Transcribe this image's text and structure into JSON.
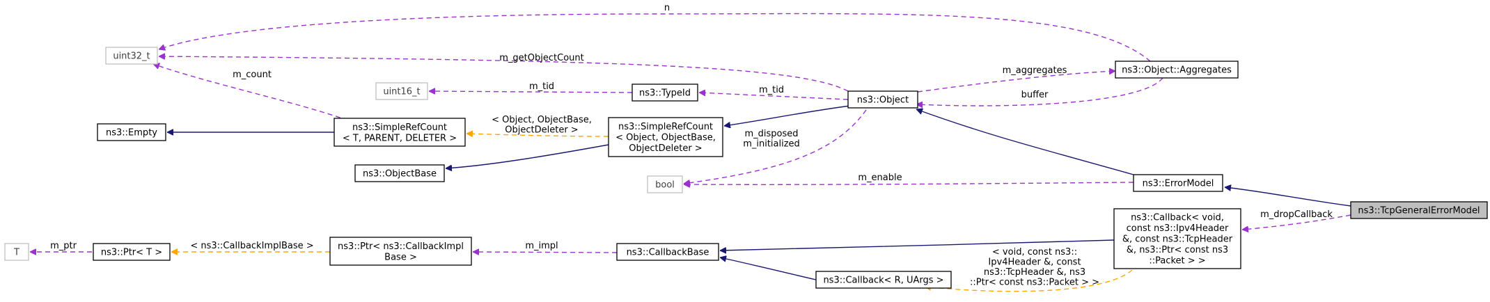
{
  "colors": {
    "inheritance": "#191970",
    "usage": "#9a32cd",
    "template": "#ffa500",
    "focus_fill": "#bfbfbf",
    "external_border": "#bfbfbf"
  },
  "nodes": {
    "tcp_general_error_model": [
      "ns3::TcpGeneralErrorModel"
    ],
    "error_model": [
      "ns3::ErrorModel"
    ],
    "object": [
      "ns3::Object"
    ],
    "aggregates": [
      "ns3::Object::Aggregates"
    ],
    "uint32_t": [
      "uint32_t"
    ],
    "uint16_t": [
      "uint16_t"
    ],
    "type_id": [
      "ns3::TypeId"
    ],
    "empty": [
      "ns3::Empty"
    ],
    "simple_ref_count_t": [
      "ns3::SimpleRefCount",
      "< T, PARENT, DELETER >"
    ],
    "simple_ref_count_obj": [
      "ns3::SimpleRefCount",
      "< Object, ObjectBase,",
      "ObjectDeleter >"
    ],
    "object_base": [
      "ns3::ObjectBase"
    ],
    "bool": [
      "bool"
    ],
    "callback_specialized": [
      "ns3::Callback< void,",
      "const ns3::Ipv4Header",
      "&, const ns3::TcpHeader",
      "&, ns3::Ptr< const ns3",
      "::Packet > >"
    ],
    "callback_base": [
      "ns3::CallbackBase"
    ],
    "callback_generic": [
      "ns3::Callback< R, UArgs >"
    ],
    "ptr_callback_impl": [
      "ns3::Ptr< ns3::CallbackImpl",
      "Base >"
    ],
    "ptr_t": [
      "ns3::Ptr< T >"
    ],
    "t": [
      "T"
    ]
  },
  "edge_labels": {
    "n": [
      "n"
    ],
    "m_get_object_count": [
      "m_getObjectCount"
    ],
    "m_count": [
      "m_count"
    ],
    "m_aggregates": [
      "m_aggregates"
    ],
    "buffer": [
      "buffer"
    ],
    "m_tid_typeid": [
      "m_tid"
    ],
    "m_tid_object": [
      "m_tid"
    ],
    "template_object_args": [
      "< Object, ObjectBase,",
      "ObjectDeleter >"
    ],
    "m_disposed_initialized": [
      "m_disposed",
      "m_initialized"
    ],
    "m_enable": [
      "m_enable"
    ],
    "m_drop_callback": [
      "m_dropCallback"
    ],
    "m_impl": [
      "m_impl"
    ],
    "template_callback_impl_base": [
      "< ns3::CallbackImplBase >"
    ],
    "m_ptr": [
      "m_ptr"
    ],
    "template_callback_args": [
      "< void, const ns3::",
      "Ipv4Header &, const",
      "ns3::TcpHeader &, ns3",
      "::Ptr< const ns3::Packet > >"
    ]
  }
}
